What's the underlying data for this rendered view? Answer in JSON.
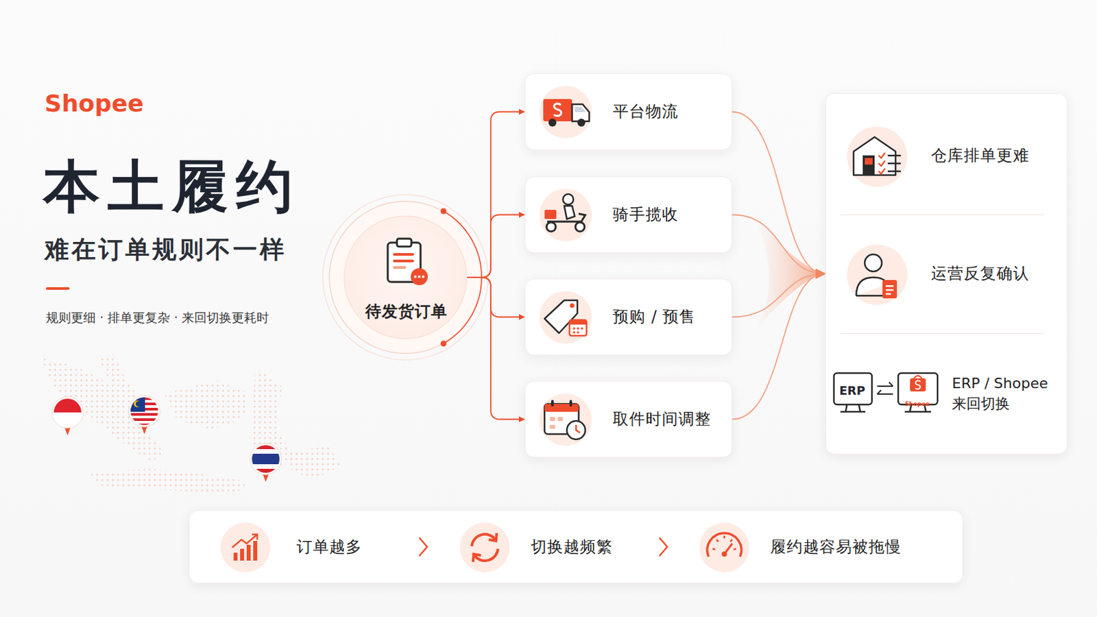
{
  "diagram": {
    "title": "本土履约",
    "nodes": [
      {
        "text": [
          "待发货订单"
        ]
      },
      {
        "text": [
          "平台物流"
        ]
      },
      {
        "text": [
          "骑手揽收"
        ]
      },
      {
        "text": [
          "预购 / 预售"
        ]
      },
      {
        "text": [
          "取件时间调整"
        ]
      },
      {
        "text": [
          "仓库排单更难",
          "运营反复确认",
          "ERP / Shopee 来回切换"
        ]
      },
      {
        "text": [
          "订单越多",
          "切换越频繁",
          "履约越容易被拖慢"
        ]
      }
    ],
    "edges": [
      {
        "from": 0,
        "to": 1,
        "arrow": "to"
      },
      {
        "from": 0,
        "to": 2,
        "arrow": "to"
      },
      {
        "from": 0,
        "to": 3,
        "arrow": "to"
      },
      {
        "from": 0,
        "to": 4,
        "arrow": "to"
      },
      {
        "from": 1,
        "to": 5,
        "arrow": "to"
      },
      {
        "from": 2,
        "to": 5,
        "arrow": "to"
      },
      {
        "from": 3,
        "to": 5,
        "arrow": "to"
      },
      {
        "from": 4,
        "to": 5,
        "arrow": "to"
      }
    ],
    "labels": [
      "Shopee",
      "难在订单规则不一样",
      "规则更细 · 排单更复杂 · 来回切换更耗时",
      "ERP",
      "Shopee"
    ]
  }
}
